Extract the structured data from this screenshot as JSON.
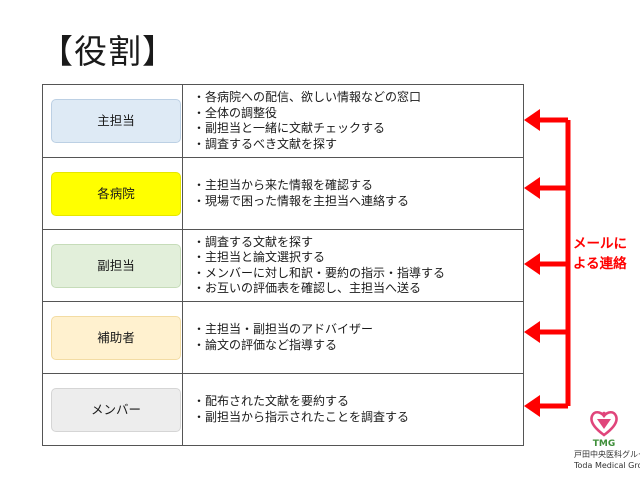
{
  "title": "【役割】",
  "colors": {
    "arrow": "#ff0000",
    "border": "#555555",
    "logo_pink": "#e0457b",
    "logo_green": "#3f8f3a"
  },
  "roles": [
    {
      "label": "主担当",
      "fill": "#deeaf5",
      "stroke": "#bcd0e4",
      "lines": [
        "・各病院への配信、欲しい情報などの窓口",
        "・全体の調整役",
        "・副担当と一緒に文献チェックする",
        "・調査するべき文献を探す"
      ]
    },
    {
      "label": "各病院",
      "fill": "#ffff00",
      "stroke": "#e6e600",
      "lines": [
        "・主担当から来た情報を確認する",
        "・現場で困った情報を主担当へ連絡する"
      ]
    },
    {
      "label": "副担当",
      "fill": "#e2efda",
      "stroke": "#c6dcb9",
      "lines": [
        "・調査する文献を探す",
        "・主担当と論文選択する",
        "・メンバーに対し和訳・要約の指示・指導する",
        "・お互いの評価表を確認し、主担当へ送る"
      ]
    },
    {
      "label": "補助者",
      "fill": "#fff1cf",
      "stroke": "#f3dca3",
      "lines": [
        "・主担当・副担当のアドバイザー",
        "・論文の評価など指導する"
      ]
    },
    {
      "label": "メンバー",
      "fill": "#ededed",
      "stroke": "#d5d5d5",
      "lines": [
        "・配布された文献を要約する",
        "・副担当から指示されたことを調査する"
      ]
    }
  ],
  "mail_note": {
    "line1": "メールに",
    "line2": "よる連絡"
  },
  "logo": {
    "abbr": "TMG",
    "name_jp": "戸田中央医科グループ",
    "name_en": "Toda Medical Group"
  }
}
